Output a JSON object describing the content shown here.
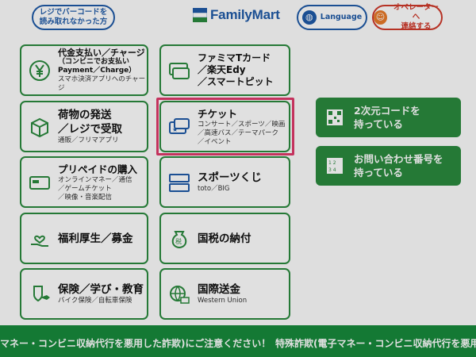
{
  "header": {
    "barcode_help": "レジでバーコードを\n読み取れなかった方",
    "brand": "FamilyMart",
    "language": "Language",
    "operator": "オペレーターへ\n連絡する"
  },
  "left_menu": [
    {
      "title": "代金支払い／チャージ",
      "title2": "（コンビニでお支払い\nPayment／Charge）",
      "sub": "スマホ決済アプリへのチャージ",
      "icon": "yen-coin-icon"
    },
    {
      "title": "荷物の発送\n／レジで受取",
      "sub": "通販／フリマアプリ",
      "icon": "package-icon"
    },
    {
      "title": "プリペイドの購入",
      "sub": "オンラインマネー／通信\n／ゲームチケット\n／映像・音楽配信",
      "icon": "prepaid-card-icon"
    },
    {
      "title": "福利厚生／募金",
      "sub": "",
      "icon": "hand-heart-icon"
    },
    {
      "title": "保険／学び・教育",
      "sub": "バイク保険／自転車保険",
      "icon": "shield-graduation-icon"
    }
  ],
  "middle_menu": [
    {
      "title": "ファミマTカード\n／楽天Edy\n／スマートピット",
      "sub": "",
      "icon": "card-icon"
    },
    {
      "title": "チケット",
      "sub": "コンサート／スポーツ／映画\n／高速バス／テーマパーク\n／イベント",
      "icon": "ticket-icon",
      "selected": true
    },
    {
      "title": "スポーツくじ",
      "sub": "toto／BIG",
      "icon": "sports-lottery-icon"
    },
    {
      "title": "国税の納付",
      "sub": "",
      "icon": "tax-bag-icon"
    },
    {
      "title": "国際送金",
      "sub": "Western Union",
      "icon": "globe-money-icon"
    }
  ],
  "right_buttons": [
    {
      "label": "2次元コードを\n持っている",
      "icon": "qr-code-icon"
    },
    {
      "label": "お問い合わせ番号を\n持っている",
      "icon": "number-grid-icon"
    }
  ],
  "ticker": {
    "text_left": "マネー・コンビニ収納代行を悪用した詐欺)にご注意ください！",
    "text_right": "特殊詐欺(電子マネー・コンビニ収納代行を悪用"
  },
  "colors": {
    "brand_blue": "#1f5ba8",
    "green": "#2b8a3e",
    "ticker_green": "#178a3c",
    "highlight": "#e03a6a",
    "operator_red": "#d0392b"
  }
}
